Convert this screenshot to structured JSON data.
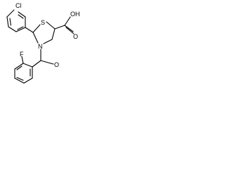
{
  "molecule": {
    "atoms": {
      "chlorine": "Cl",
      "sulfur": "S",
      "nitrogen": "N",
      "carbonyl_oxygen": "O",
      "acid_hydroxyl": "OH",
      "acid_oxygen": "O",
      "fluorine": "F"
    }
  },
  "colors": {
    "background": "#ffffff",
    "bond": "#000000",
    "label": "#000000"
  }
}
